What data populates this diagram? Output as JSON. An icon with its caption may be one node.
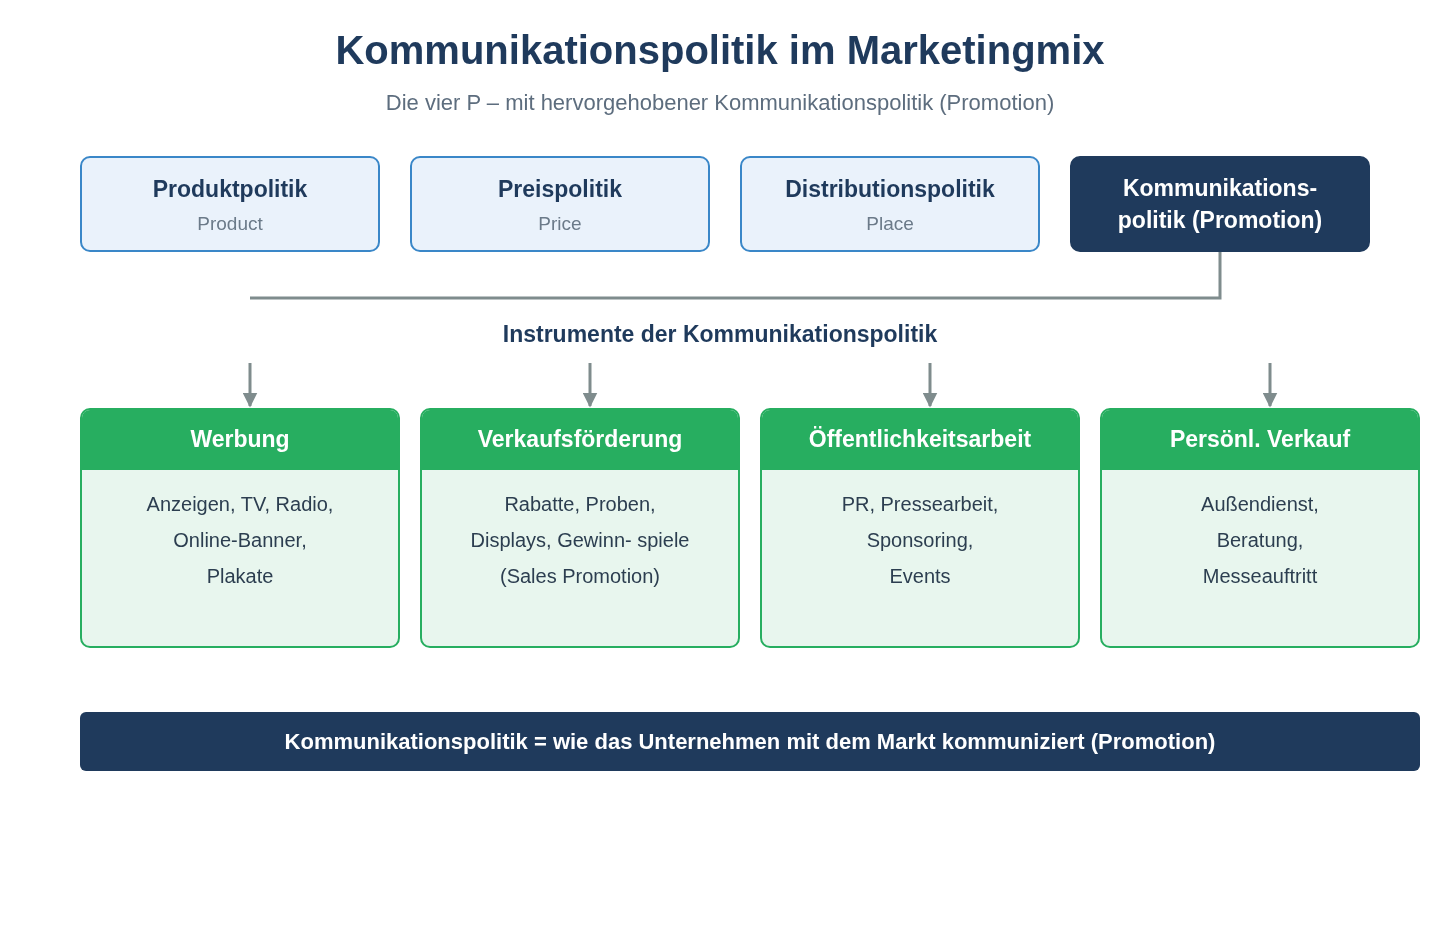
{
  "diagram": {
    "title": "Kommunikationspolitik im Marketingmix",
    "caption": "Die vier P – mit hervorgehobener Kommunikationspolitik (Promotion)",
    "nodes": [
      {
        "text": [
          "Produktpolitik",
          "Product"
        ]
      },
      {
        "text": [
          "Preispolitik",
          "Price"
        ]
      },
      {
        "text": [
          "Distributionspolitik",
          "Place"
        ]
      },
      {
        "text": [
          "Kommunikations- politik (Promotion)"
        ]
      },
      {
        "text": [
          "Werbung",
          "Anzeigen, TV, Radio, Online-Banner, Plakate"
        ]
      },
      {
        "text": [
          "Verkaufsförderung",
          "Rabatte, Proben, Displays, Gewinn- spiele (Sales Promotion)"
        ]
      },
      {
        "text": [
          "Öffentlichkeitsarbeit",
          "PR, Pressearbeit, Sponsoring, Events"
        ]
      },
      {
        "text": [
          "Persönl. Verkauf",
          "Außendienst, Beratung, Messeauftritt"
        ]
      },
      {
        "text": [
          "Kommunikationspolitik = wie das Unternehmen mit dem Markt kommuniziert (Promotion)"
        ]
      }
    ],
    "edges": [
      {
        "from": 3,
        "to": null,
        "arrow": "none"
      },
      {
        "from": null,
        "to": 4,
        "arrow": "to"
      },
      {
        "from": null,
        "to": 5,
        "arrow": "to"
      },
      {
        "from": null,
        "to": 6,
        "arrow": "to"
      },
      {
        "from": null,
        "to": 7,
        "arrow": "to"
      }
    ],
    "labels": [
      "Instrumente der Kommunikationspolitik"
    ]
  }
}
